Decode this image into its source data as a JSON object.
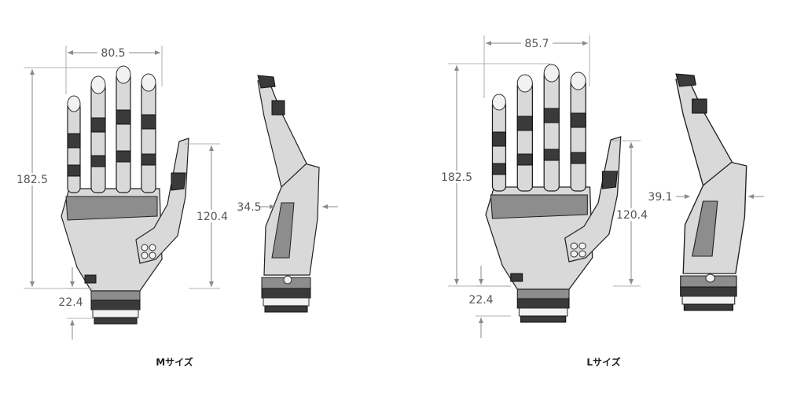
{
  "m_size": {
    "caption": "Mサイズ",
    "width": "80.5",
    "height": "182.5",
    "thumb_height": "120.4",
    "wrist": "22.4",
    "side_thickness": "34.5"
  },
  "l_size": {
    "caption": "Lサイズ",
    "width": "85.7",
    "height": "182.5",
    "thumb_height": "120.4",
    "wrist": "22.4",
    "side_thickness": "39.1"
  },
  "colors": {
    "dimension": "#8a8a8a",
    "ink": "#222222"
  }
}
